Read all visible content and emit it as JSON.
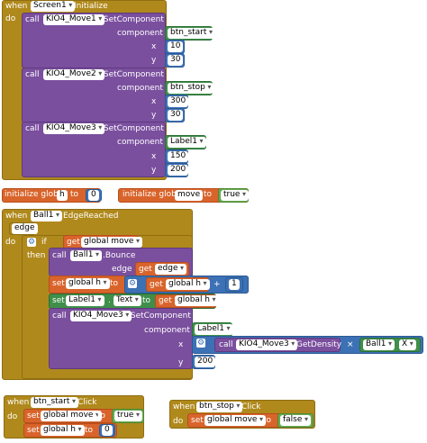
{
  "words": {
    "when": "when",
    "do": "do",
    "call": "call",
    "set": "set",
    "to": "to",
    "if": "if",
    "then": "then",
    "get": "get",
    "initialize_global": "initialize global",
    "setcomponent": ".SetComponent",
    "bounce": ".Bounce",
    "getdensity": ".GetDensity",
    "component": "component",
    "x": "x",
    "y": "y",
    "edge": "edge",
    "plus": "+",
    "times": "×",
    "dot": "."
  },
  "screen_init": {
    "component": "Screen1",
    "event": "Initialize",
    "calls": [
      {
        "target": "KIO4_Move1",
        "component": "btn_start",
        "x": "10",
        "y": "30"
      },
      {
        "target": "KIO4_Move2",
        "component": "btn_stop",
        "x": "300",
        "y": "30"
      },
      {
        "target": "KIO4_Move3",
        "component": "Label1",
        "x": "150",
        "y": "200"
      }
    ]
  },
  "globals": [
    {
      "name": "h",
      "value": "0"
    },
    {
      "name": "move",
      "value": "true"
    }
  ],
  "edge_event": {
    "component": "Ball1",
    "event": "EdgeReached",
    "param": "edge",
    "if_var": "global move",
    "bounce_target": "Ball1",
    "bounce_arg": "edge",
    "set_h": "global h",
    "get_h": "global h",
    "increment": "1",
    "label_target": "Label1",
    "label_prop": "Text",
    "label_value": "global h",
    "move_target": "KIO4_Move3",
    "move_component": "Label1",
    "density_target": "KIO4_Move3",
    "ball_ref": "Ball1",
    "ball_prop": "X",
    "y": "200"
  },
  "start_click": {
    "component": "btn_start",
    "event": "Click",
    "set1_var": "global move",
    "set1_val": "true",
    "set2_var": "global h",
    "set2_val": "0"
  },
  "stop_click": {
    "component": "btn_stop",
    "event": "Click",
    "set_var": "global move",
    "set_val": "false"
  }
}
